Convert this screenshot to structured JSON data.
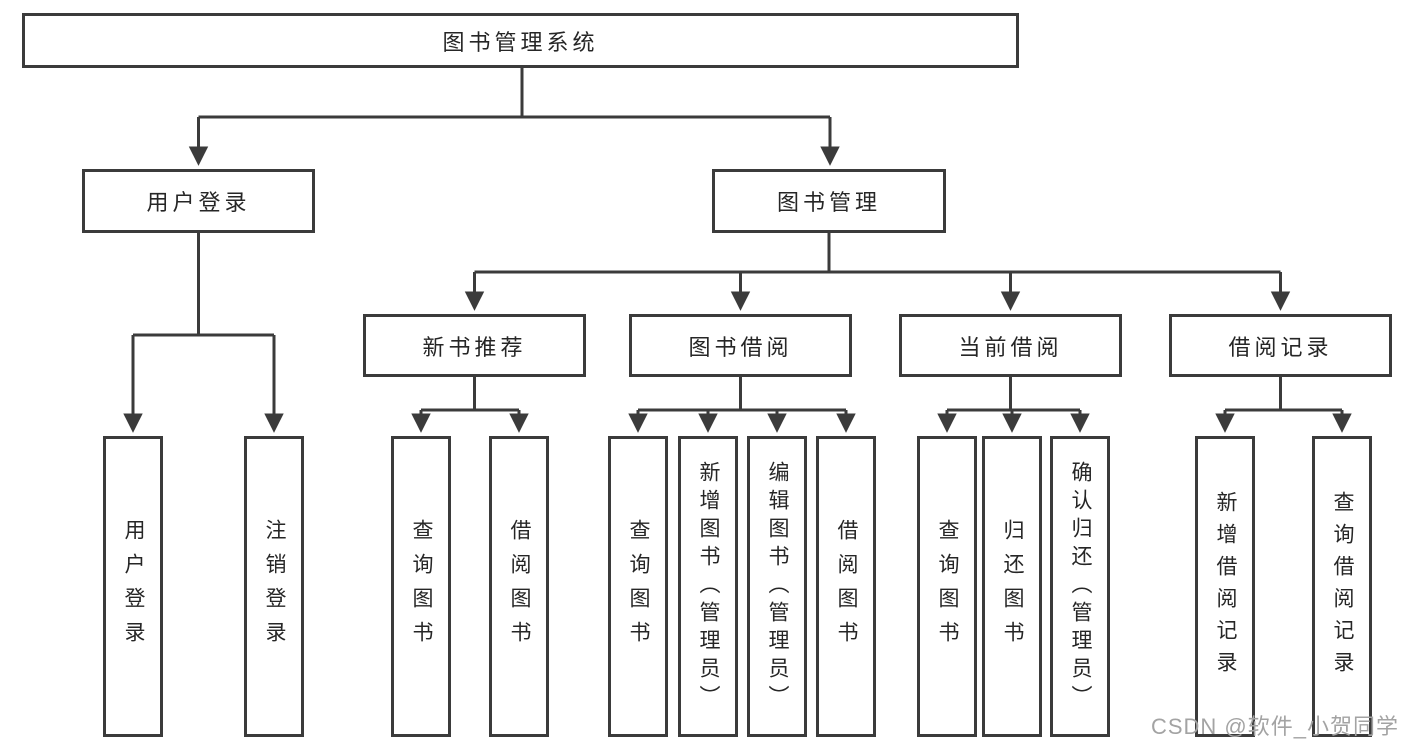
{
  "tree": {
    "root": {
      "label": "图书管理系统"
    },
    "branches": [
      {
        "label": "用户登录",
        "children": [
          {
            "label": "用户登录"
          },
          {
            "label": "注销登录"
          }
        ]
      },
      {
        "label": "图书管理",
        "children": [
          {
            "label": "新书推荐",
            "children": [
              {
                "label": "查询图书"
              },
              {
                "label": "借阅图书"
              }
            ]
          },
          {
            "label": "图书借阅",
            "children": [
              {
                "label": "查询图书"
              },
              {
                "label": "新增图书（管理员）"
              },
              {
                "label": "编辑图书（管理员）"
              },
              {
                "label": "借阅图书"
              }
            ]
          },
          {
            "label": "当前借阅",
            "children": [
              {
                "label": "查询图书"
              },
              {
                "label": "归还图书"
              },
              {
                "label": "确认归还（管理员）"
              }
            ]
          },
          {
            "label": "借阅记录",
            "children": [
              {
                "label": "新增借阅记录"
              },
              {
                "label": "查询借阅记录"
              }
            ]
          }
        ]
      }
    ]
  },
  "watermark": "CSDN @软件_小贺同学",
  "colors": {
    "line": "#3b3b3b",
    "text": "#262626",
    "watermark": "#a3a3a3",
    "background": "#ffffff"
  }
}
